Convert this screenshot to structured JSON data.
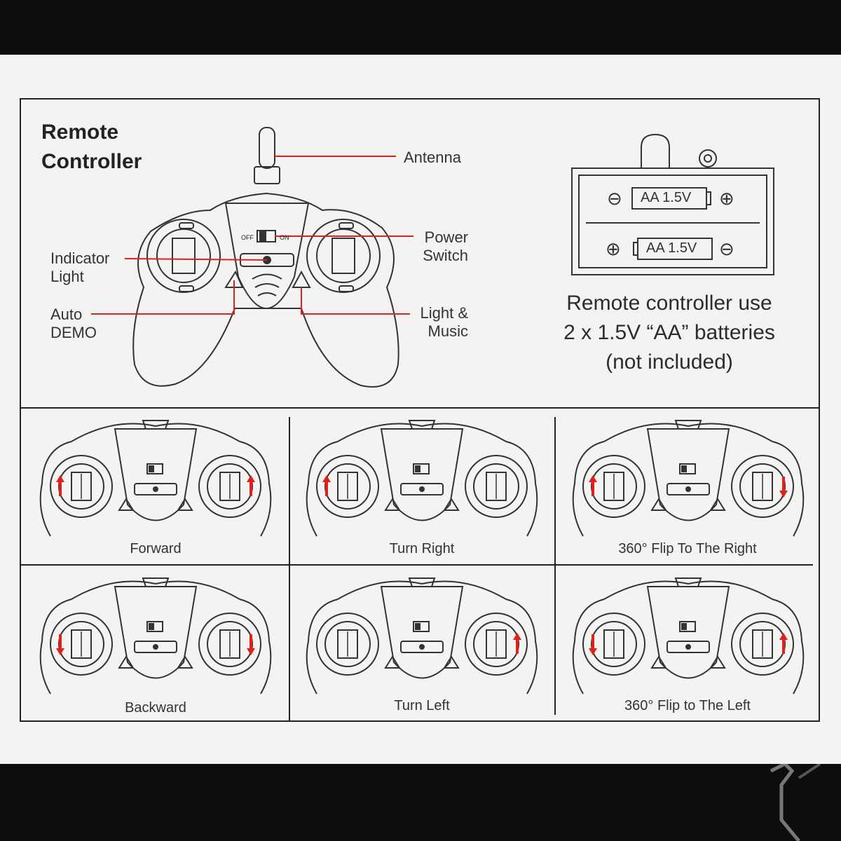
{
  "header": {
    "title_line1": "Remote",
    "title_line2": "Controller"
  },
  "callouts": {
    "antenna": "Antenna",
    "power_switch_line1": "Power",
    "power_switch_line2": "Switch",
    "indicator_line1": "Indicator",
    "indicator_line2": "Light",
    "auto_demo_line1": "Auto",
    "auto_demo_line2": "DEMO",
    "light_music_line1": "Light &",
    "light_music_line2": "Music"
  },
  "switch": {
    "off": "OFF",
    "on": "ON"
  },
  "battery": {
    "cell_label": "AA 1.5V",
    "plus": "⊕",
    "minus": "⊖",
    "note_line1": "Remote controller use",
    "note_line2": "2 x 1.5V “AA” batteries",
    "note_line3": "(not included)"
  },
  "controls": [
    {
      "caption": "Forward",
      "left": "up",
      "right": "up"
    },
    {
      "caption": "Turn Right",
      "left": "up",
      "right": "none"
    },
    {
      "caption": "360° Flip To The Right",
      "left": "up",
      "right": "down"
    },
    {
      "caption": "Backward",
      "left": "down",
      "right": "down"
    },
    {
      "caption": "Turn Left",
      "left": "none",
      "right": "up"
    },
    {
      "caption": "360° Flip to The Left",
      "left": "down",
      "right": "up"
    }
  ],
  "colors": {
    "accent_red": "#e0201b",
    "line": "#333333",
    "paper": "#f3f3f1"
  }
}
